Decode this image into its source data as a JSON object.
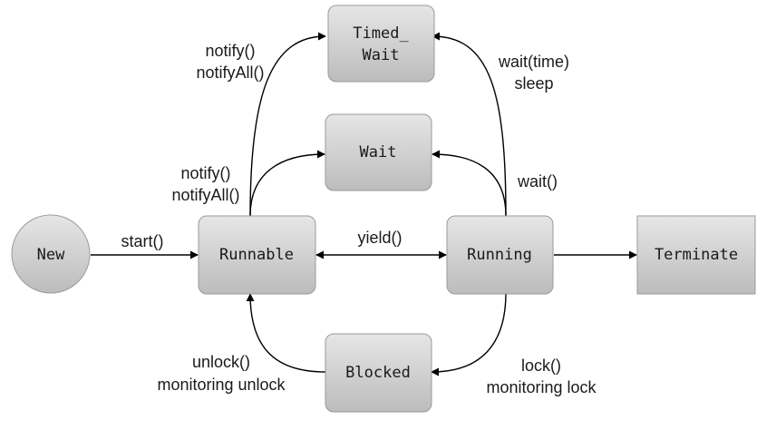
{
  "colors": {
    "node_fill_top": "#e6e6e6",
    "node_fill_bottom": "#bcbcbc",
    "node_stroke": "#9a9a9a",
    "edge": "#000000"
  },
  "nodes": {
    "new": "New",
    "runnable": "Runnable",
    "running": "Running",
    "terminate": "Terminate",
    "wait": "Wait",
    "timed_wait_line1": "Timed_",
    "timed_wait_line2": "Wait",
    "blocked": "Blocked"
  },
  "edges": {
    "start": "start()",
    "yield": "yield()",
    "wait": "wait()",
    "wait_time": "wait(time)",
    "sleep": "sleep",
    "notify_timed": "notify()",
    "notifyall_timed": "notifyAll()",
    "notify_wait": "notify()",
    "notifyall_wait": "notifyAll()",
    "unlock": "unlock()",
    "monitoring_unlock": "monitoring unlock",
    "lock": "lock()",
    "monitoring_lock": "monitoring lock"
  }
}
